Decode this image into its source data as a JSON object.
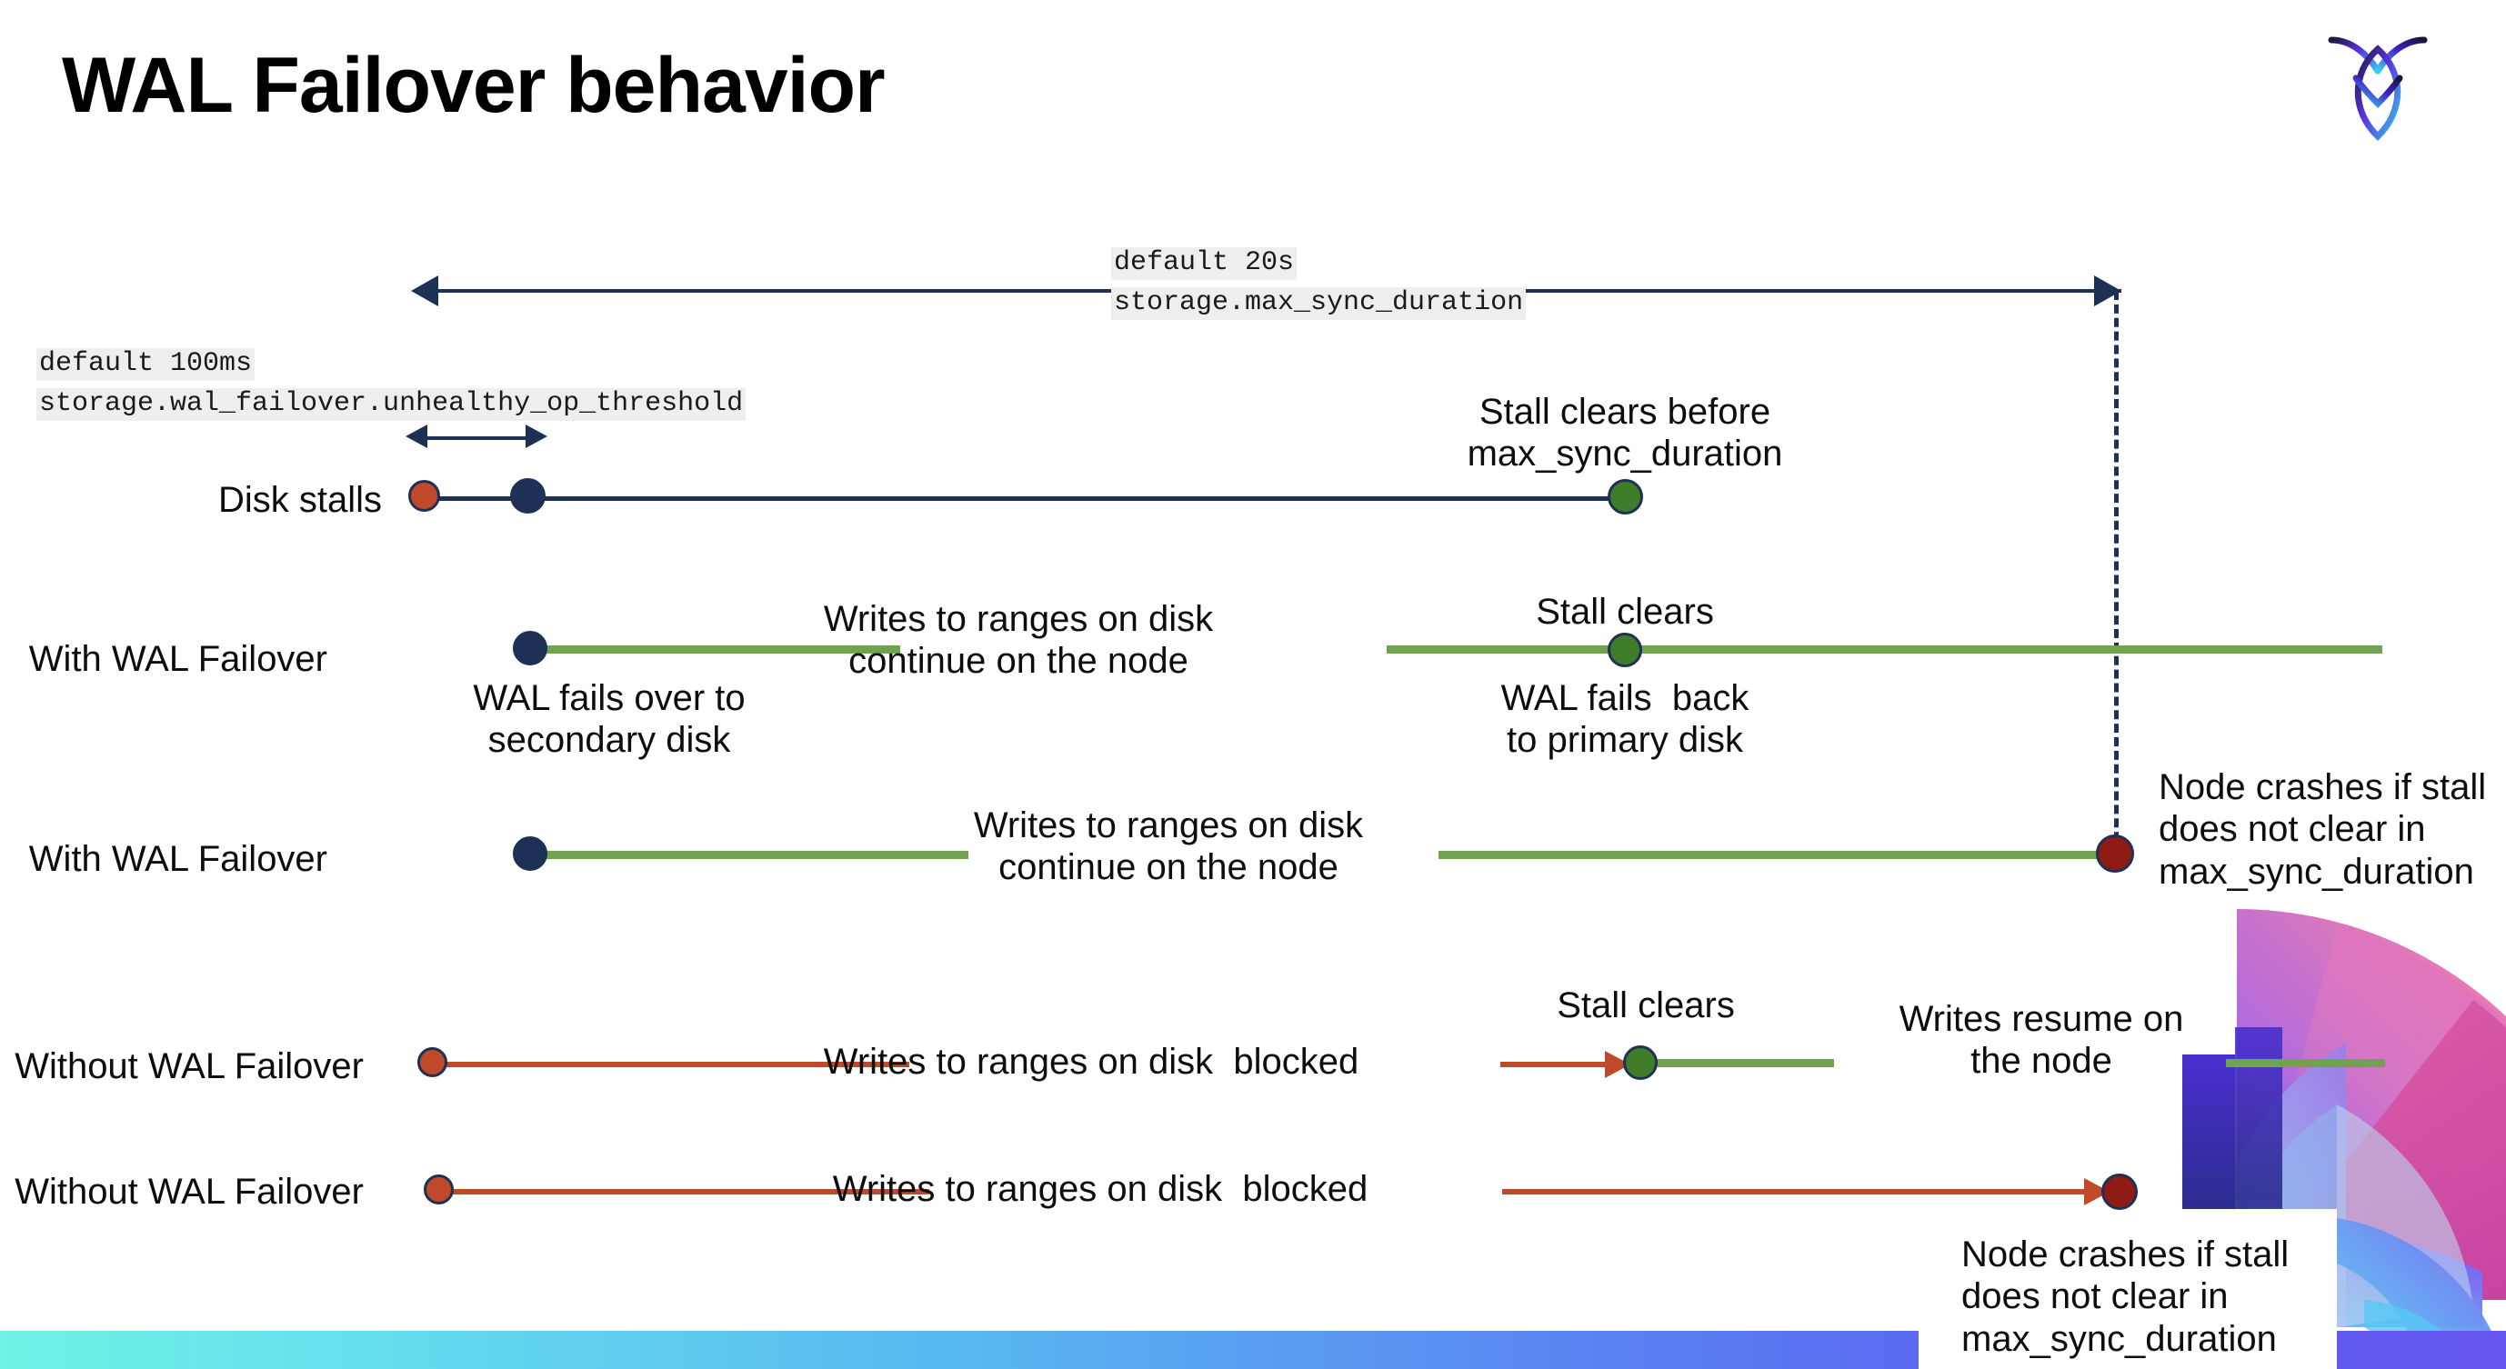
{
  "slide": {
    "title": "WAL Failover behavior",
    "logo_name": "cockroachdb-logo"
  },
  "annotations": {
    "max_sync": {
      "default": "default 20s",
      "setting": "storage.max_sync_duration"
    },
    "unhealthy_op": {
      "default": "default 100ms",
      "setting": "storage.wal_failover.unhealthy_op_threshold"
    }
  },
  "rows": [
    {
      "id": "disk-stalls",
      "label": "Disk stalls",
      "notes": [
        "Stall clears before\nmax_sync_duration"
      ]
    },
    {
      "id": "with-wal-failover-clears",
      "label": "With WAL Failover",
      "notes": [
        "WAL fails over to\nsecondary disk",
        "Writes to ranges on disk\ncontinue on the node",
        "Stall clears",
        "WAL fails  back\nto primary disk"
      ]
    },
    {
      "id": "with-wal-failover-crash",
      "label": "With WAL Failover",
      "notes": [
        "Writes to ranges on disk\ncontinue on the node",
        "Node crashes if stall\ndoes not clear in\nmax_sync_duration"
      ]
    },
    {
      "id": "without-wal-failover-clears",
      "label": "Without WAL Failover",
      "notes": [
        "Writes to ranges on disk  blocked",
        "Stall clears",
        "Writes resume on\nthe node"
      ]
    },
    {
      "id": "without-wal-failover-crash",
      "label": "Without WAL Failover",
      "notes": [
        "Writes to ranges on disk  blocked",
        "Node crashes if stall\ndoes not clear in\nmax_sync_duration"
      ]
    }
  ],
  "text": {
    "disk_stalls_label": "Disk stalls",
    "with_wal_failover_1": "With WAL Failover",
    "with_wal_failover_2": "With WAL Failover",
    "without_wal_failover_1": "Without WAL Failover",
    "without_wal_failover_2": "Without WAL Failover",
    "stall_clears_before": "Stall clears before",
    "max_sync_duration": "max_sync_duration",
    "wal_fails_over_1": "WAL fails over to",
    "wal_fails_over_2": "secondary disk",
    "writes_continue_1": "Writes to ranges on disk",
    "writes_continue_2": "continue on the node",
    "stall_clears_a": "Stall clears",
    "wal_fails_back_1": "WAL fails  back",
    "wal_fails_back_2": "to primary disk",
    "writes_continue_b1": "Writes to ranges on disk",
    "writes_continue_b2": "continue on the node",
    "node_crashes_1": "Node crashes if stall",
    "node_crashes_2": "does not clear in",
    "node_crashes_3": "max_sync_duration",
    "writes_blocked_a": "Writes to ranges on disk  blocked",
    "stall_clears_b": "Stall clears",
    "writes_resume_1": "Writes resume on",
    "writes_resume_2": "the node",
    "writes_blocked_b": "Writes to ranges on disk  blocked",
    "node_crashes_b1": "Node crashes if stall",
    "node_crashes_b2": "does not clear in",
    "node_crashes_b3": "max_sync_duration"
  },
  "colors": {
    "navy": "#1f3056",
    "green": "#6fa34f",
    "green_dot": "#3f7d2a",
    "red": "#c0492b",
    "dark_red": "#8e1b14",
    "code_bg": "#eeeeee",
    "bar_start": "#6ff3e6",
    "bar_end": "#6656ef"
  }
}
